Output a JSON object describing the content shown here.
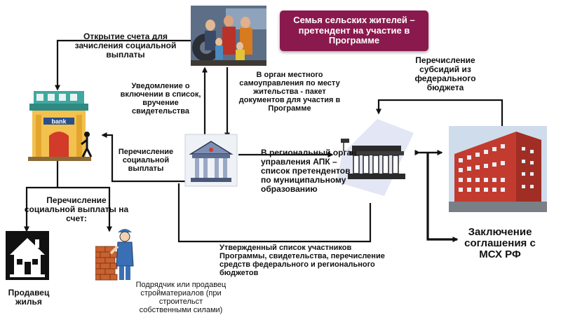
{
  "title": "Семья сельских жителей – претендент на участие в Программе",
  "labels": {
    "open_account": "Открытие счета для зачисления социальной выплаты",
    "notify": "Уведомление о включении в список, вручение свидетельства",
    "to_local_gov": "В орган местного самоуправления по месту жительства - пакет документов для участия в Программе",
    "federal_subsidy": "Перечисление субсидий из федерального бюджета",
    "social_payment": "Перечисление социальной выплаты",
    "to_regional": "В региональный орган управления АПК – список претендентов по муниципальному образованию",
    "payment_to_account": "Перечисление социальной выплаты на счет:",
    "approved_list": "Утвержденный список участников Программы, свидетельства, перечисление средств федерального и регионального бюджетов",
    "agreement": "Заключение соглашения с МСХ РФ",
    "seller": "Продавец жилья",
    "contractor": "Подрядчик или продавец стройматериалов  (при строительст собственными силами)",
    "bank_sign": "bank"
  },
  "colors": {
    "title_bg": "#8a1a4e",
    "bank_roof": "#3fa9a0",
    "bank_body": "#f2c14e",
    "bank_door": "#d23a2a",
    "building_red": "#c23b2e",
    "arrow": "#111111"
  },
  "icons": [
    "family-photo",
    "bank-icon",
    "local-gov-building-icon",
    "regional-gov-building-icon",
    "ministry-photo",
    "house-icon",
    "builder-icon"
  ]
}
